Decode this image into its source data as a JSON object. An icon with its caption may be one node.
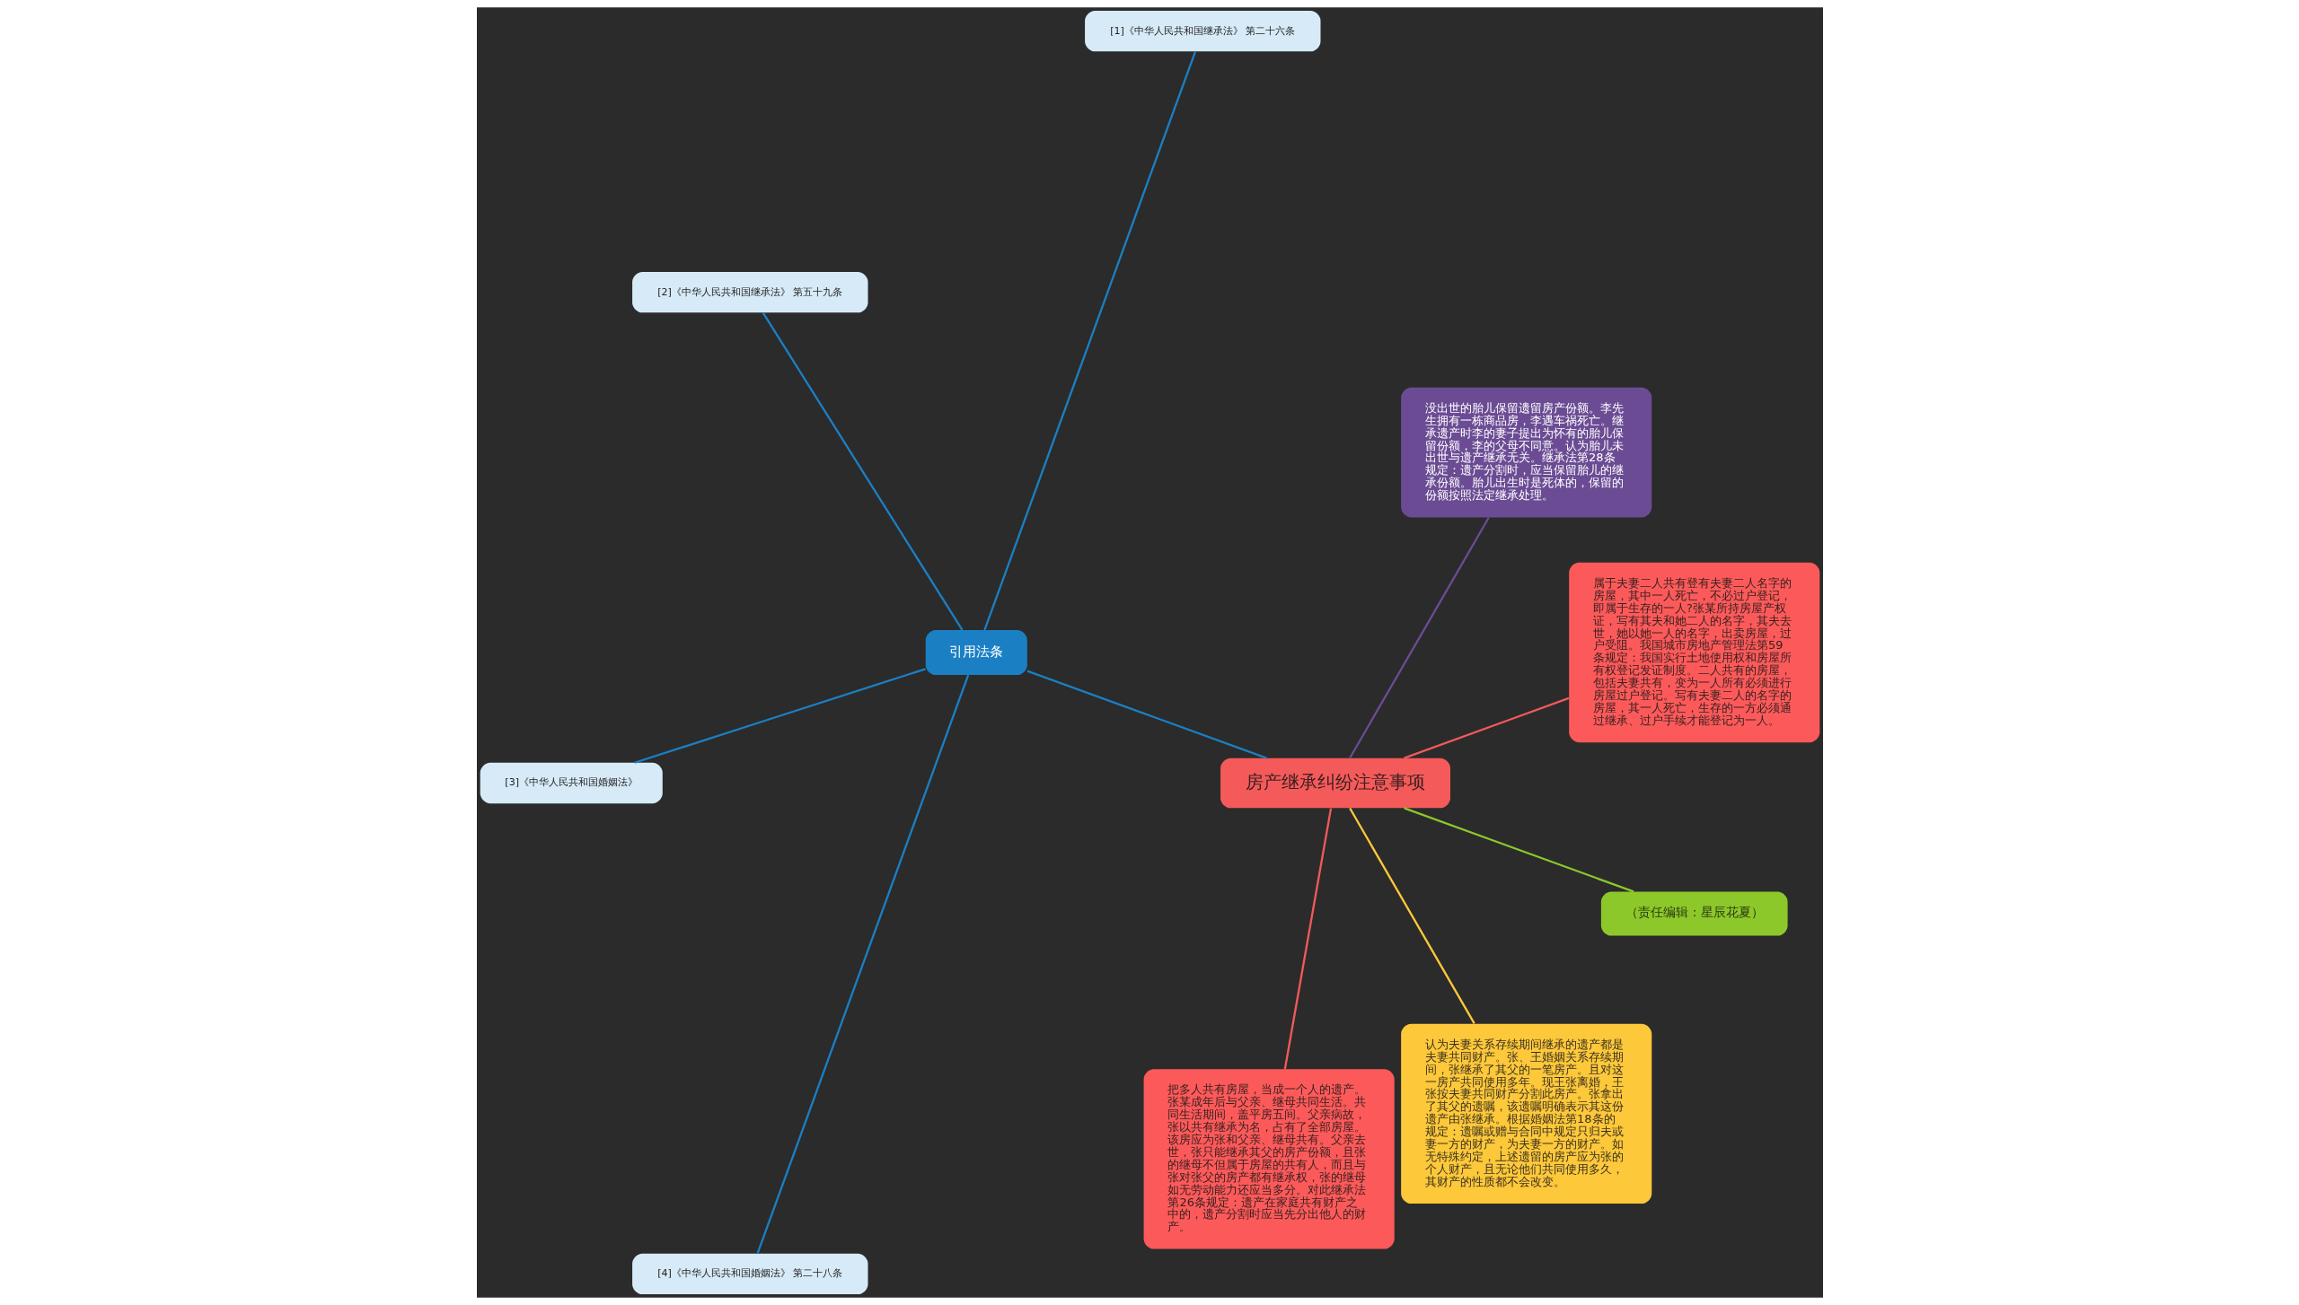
{
  "diagram": {
    "nodes": [
      {
        "text": [
          "房产继承纠纷注意事项"
        ]
      },
      {
        "text": [
          "属于夫妻二人共有登有夫妻二人名字的房屋，其中一人死亡，不必过户登记，即属于生存的一人?张某所持房屋产权证，写有其夫和她二人的名字，其夫去世，她以她一人的名字，出卖房屋，过户受阻。我国城市房地产管理法第59条规定：我国实行土地使用权和房屋所有权登记发证制度。二人共有的房屋，包括夫妻共有，变为一人所有必须进行房屋过户登记。写有夫妻二人的名字的房屋，其一人死亡，生存的一方必须通过继承、过户手续才能登记为一人。"
        ]
      },
      {
        "text": [
          "没出世的胎儿保留遗留房产份额。李先生拥有一栋商品房，李遇车祸死亡。继承遗产时李的妻子提出为怀有的胎儿保留份额，李的父母不同意。认为胎儿未出世与遗产继承无关。继承法第28条规定：遗产分割时，应当保留胎儿的继承份额。胎儿出生时是死体的，保留的份额按照法定继承处理。"
        ]
      },
      {
        "text": [
          "引用法条"
        ]
      },
      {
        "text": [
          "[1]《中华人民共和国继承法》 第二十六条"
        ]
      },
      {
        "text": [
          "[2]《中华人民共和国继承法》 第五十九条"
        ]
      },
      {
        "text": [
          "[3]《中华人民共和国婚姻法》"
        ]
      },
      {
        "text": [
          "[4]《中华人民共和国婚姻法》 第二十八条"
        ]
      },
      {
        "text": [
          "把多人共有房屋，当成一个人的遗产。张某成年后与父亲、继母共同生活。共同生活期间，盖平房五间。父亲病故，张以共有继承为名，占有了全部房屋。该房应为张和父亲、继母共有。父亲去世，张只能继承其父的房产份额，且张的继母不但属于房屋的共有人，而且与张对张父的房产都有继承权，张的继母如无劳动能力还应当多分。对此继承法第26条规定：遗产在家庭共有财产之中的，遗产分割时应当先分出他人的财产。"
        ]
      },
      {
        "text": [
          "认为夫妻关系存续期间继承的遗产都是夫妻共同财产。张、王婚姻关系存续期间，张继承了其父的一笔房产。且对这一房产共同使用多年。现王张离婚，王张按夫妻共同财产分割此房产。张拿出了其父的遗嘱，该遗嘱明确表示其这份遗产由张继承。根据婚姻法第18条的规定：遗嘱或赠与合同中规定只归夫或妻一方的财产，为夫妻一方的财产。如无特殊约定，上述遗留的房产应为张的个人财产，且无论他们共同使用多久，其财产的性质都不会改变。"
        ]
      },
      {
        "text": [
          "（责任编辑：星辰花夏）"
        ]
      }
    ],
    "edges": [
      {
        "from": 0,
        "to": 1,
        "arrow": "none",
        "color": "#f25a5a"
      },
      {
        "from": 0,
        "to": 2,
        "arrow": "none",
        "color": "#6a4c93"
      },
      {
        "from": 0,
        "to": 3,
        "arrow": "none",
        "color": "#1b7fc4"
      },
      {
        "from": 3,
        "to": 4,
        "arrow": "none",
        "color": "#1b7fc4"
      },
      {
        "from": 3,
        "to": 5,
        "arrow": "none",
        "color": "#1b7fc4"
      },
      {
        "from": 3,
        "to": 6,
        "arrow": "none",
        "color": "#1b7fc4"
      },
      {
        "from": 3,
        "to": 7,
        "arrow": "none",
        "color": "#1b7fc4"
      },
      {
        "from": 0,
        "to": 8,
        "arrow": "none",
        "color": "#f25a5a"
      },
      {
        "from": 0,
        "to": 9,
        "arrow": "none",
        "color": "#fdc83a"
      },
      {
        "from": 0,
        "to": 10,
        "arrow": "none",
        "color": "#8cc82a"
      }
    ]
  }
}
